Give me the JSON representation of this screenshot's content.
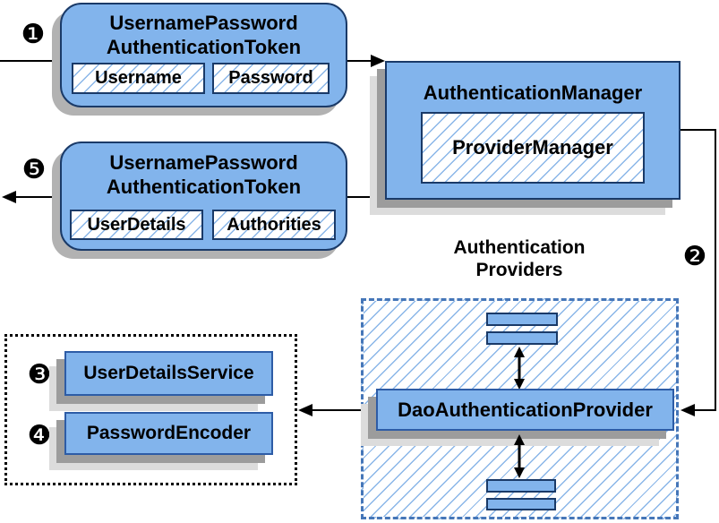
{
  "colors": {
    "box-fill": "#82b4ec",
    "box-border-dark": "#1a3a68",
    "box-border-medium": "#2d5ca6",
    "hatch-line": "#8ab6e8",
    "dashed-border": "#4576b8",
    "connector": "#000000"
  },
  "badges": {
    "step1": "❶",
    "step2": "❷",
    "step3": "❸",
    "step4": "❹",
    "step5": "❺"
  },
  "request_token": {
    "title1": "UsernamePassword",
    "title2": "AuthenticationToken",
    "field1": "Username",
    "field2": "Password"
  },
  "authentication_manager": {
    "title": "AuthenticationManager",
    "inner": "ProviderManager"
  },
  "response_token": {
    "title1": "UsernamePassword",
    "title2": "AuthenticationToken",
    "field1": "UserDetails",
    "field2": "Authorities"
  },
  "providers": {
    "label1": "Authentication",
    "label2": "Providers",
    "dao": "DaoAuthenticationProvider"
  },
  "dependencies": {
    "service": "UserDetailsService",
    "encoder": "PasswordEncoder"
  }
}
